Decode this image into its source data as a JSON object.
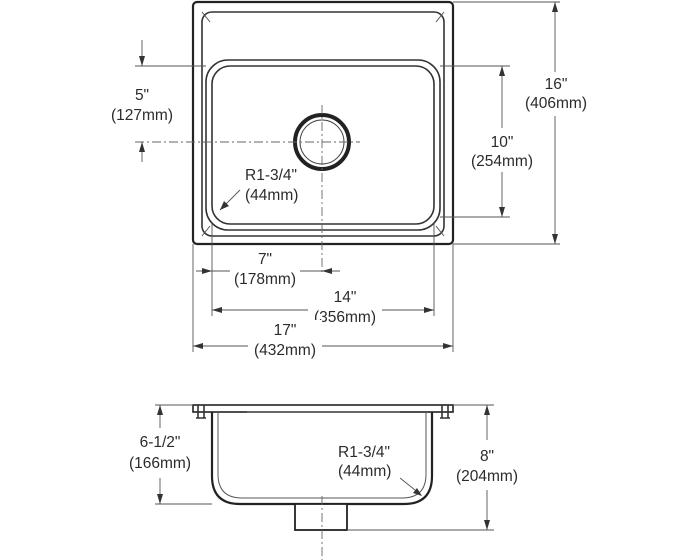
{
  "top_view": {
    "dimensions": {
      "drain_offset_vertical": {
        "imperial": "5\"",
        "metric": "(127mm)"
      },
      "overall_depth": {
        "imperial": "16\"",
        "metric": "(406mm)"
      },
      "bowl_depth": {
        "imperial": "10\"",
        "metric": "(254mm)"
      },
      "corner_radius": {
        "imperial": "R1-3/4\"",
        "metric": "(44mm)"
      },
      "drain_offset_horizontal": {
        "imperial": "7\"",
        "metric": "(178mm)"
      },
      "bowl_width": {
        "imperial": "14\"",
        "metric": "(356mm)"
      },
      "overall_width": {
        "imperial": "17\"",
        "metric": "(432mm)"
      }
    }
  },
  "side_view": {
    "dimensions": {
      "bowl_height": {
        "imperial": "6-1/2\"",
        "metric": "(166mm)"
      },
      "corner_radius": {
        "imperial": "R1-3/4\"",
        "metric": "(44mm)"
      },
      "overall_height": {
        "imperial": "8\"",
        "metric": "(204mm)"
      }
    }
  }
}
